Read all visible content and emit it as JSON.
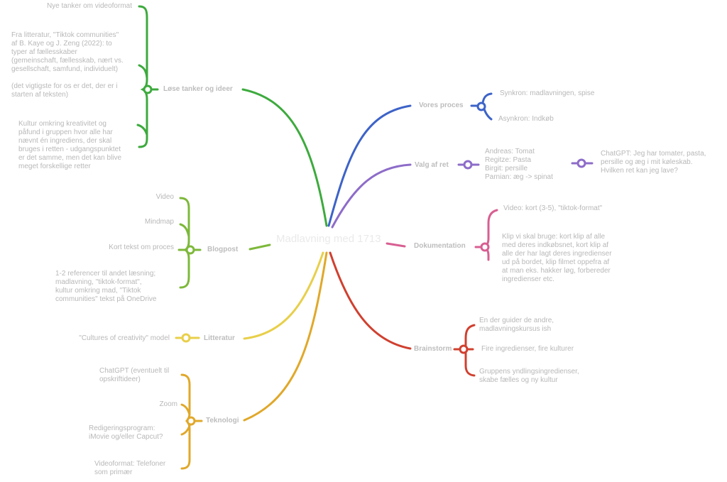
{
  "center": "Madlavning med 1713",
  "colors": {
    "green": "#3daa3d",
    "lime": "#7db83a",
    "yellow": "#e8cf4a",
    "orange": "#e0a82a",
    "blue": "#3d63c8",
    "purple": "#8d6cc9",
    "pink": "#d85f92",
    "red": "#d0402f"
  },
  "branches": {
    "loese": {
      "label": "Løse tanker og ideer",
      "leaves": [
        "Nye tanker om videoformat",
        "Fra litteratur, \"Tiktok communities\"\naf B. Kaye og J. Zeng (2022): to\ntyper af fællesskaber\n(gemeinschaft, fællesskab, nært vs.\ngesellschaft, samfund, individuelt)",
        "(det vigtigste for os er det, der er i\nstarten af teksten)",
        "Kultur omkring kreativitet og\npåfund i gruppen hvor alle har\nnævnt én ingrediens, der skal\nbruges i retten - udgangspunktet\ner det samme, men det kan blive\nmeget forskellige retter"
      ]
    },
    "blogpost": {
      "label": "Blogpost",
      "leaves": [
        "Video",
        "Mindmap",
        "Kort tekst om proces",
        "1-2 referencer til andet læsning;\nmadlavning, \"tiktok-format\",\nkultur omkring mad, \"Tiktok\ncommunities\" tekst på OneDrive"
      ]
    },
    "litteratur": {
      "label": "Litteratur",
      "leaves": [
        "\"Cultures of creativity\" model"
      ]
    },
    "teknologi": {
      "label": "Teknologi",
      "leaves": [
        "ChatGPT (eventuelt til\nopskriftideer)",
        "Zoom",
        "Redigeringsprogram:\niMovie og/eller Capcut?",
        "Videoformat:  Telefoner\nsom primær"
      ]
    },
    "vores_proces": {
      "label": "Vores proces",
      "leaves": [
        "Synkron: madlavningen, spise",
        "Asynkron: Indkøb"
      ]
    },
    "valg_af_ret": {
      "label": "Valg af ret",
      "leaves": [
        "Andreas: Tomat\nRegitze: Pasta\nBirgit: persille\nParnian: æg -> spinat"
      ],
      "sub_leaves": [
        "ChatGPT: Jeg har tomater, pasta,\npersille og æg i mit køleskab.\nHvilken ret kan jeg lave?"
      ]
    },
    "dokumentation": {
      "label": "Dokumentation",
      "leaves": [
        "Video: kort (3-5), \"tiktok-format\"",
        "Klip vi skal bruge: kort klip af alle\nmed deres indkøbsnet, kort klip af\nalle der har lagt deres ingredienser\nud på bordet, klip filmet oppefra af\nat man eks. hakker løg, forbereder\ningredienser etc."
      ]
    },
    "brainstorm": {
      "label": "Brainstorm",
      "leaves": [
        "En der guider de andre,\nmadlavningskursus ish",
        "Fire ingredienser, fire kulturer",
        "Gruppens yndlingsingredienser,\nskabe fælles og ny kultur"
      ]
    }
  }
}
